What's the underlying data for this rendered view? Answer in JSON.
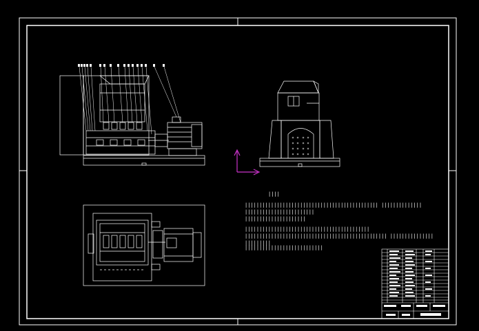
{
  "drawing": {
    "background": "#000000",
    "line_color": "#ffffff",
    "ucs_color": "#cc33cc",
    "views": [
      "front-elevation",
      "side-elevation",
      "plan-view"
    ],
    "part_balloon_count": 16,
    "notes": {
      "heading": "||||",
      "lines": [
        "||||||||||||||||||||||||||||||||||||||||||||||  ||||||||||||||",
        "||||||||||||||||||||||||",
        "|||||||||||||||||||||",
        "|||||||||||||||||||||||||||||||||||||||||||",
        "|||||||||||||||||||||||||||||||||||||||||||||||||  |||||||||||||||",
        "|||||||||",
        "|||||||||||||||||||||||||||"
      ]
    },
    "icons": [
      "ucs-axis-icon"
    ]
  }
}
